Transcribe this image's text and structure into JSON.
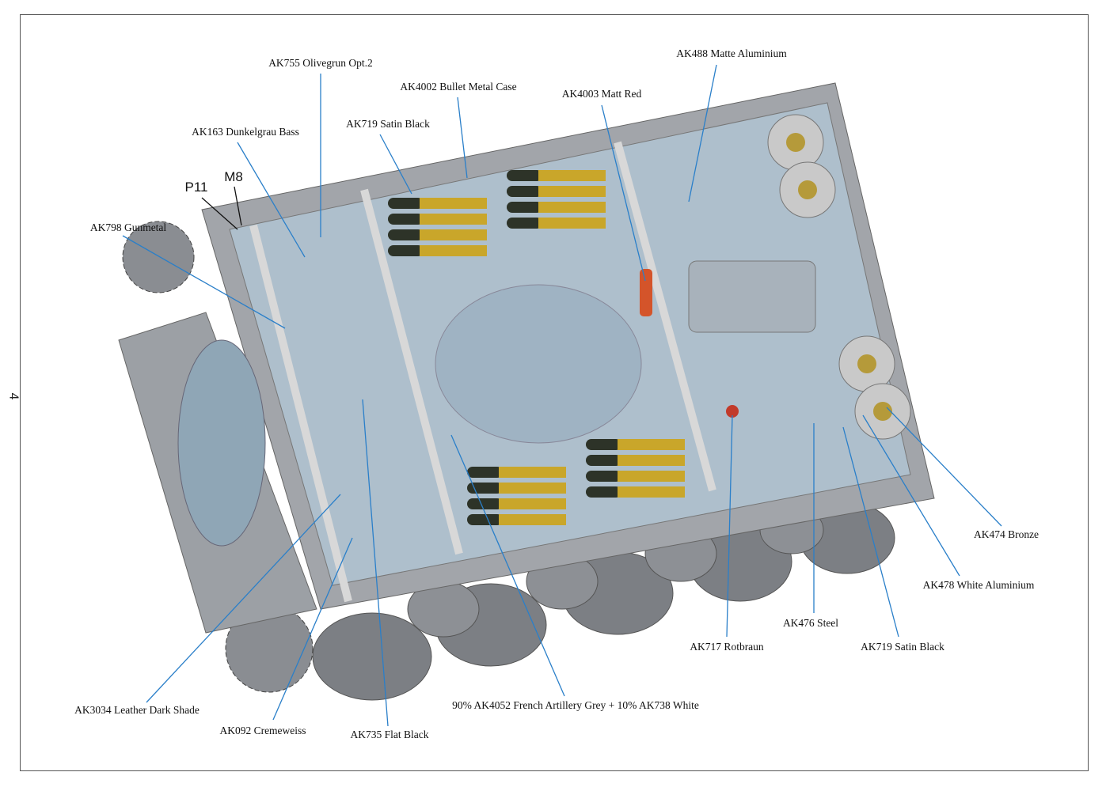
{
  "page_number": "4",
  "callouts": [
    {
      "id": "ak755",
      "text": "AK755 Olivegrun Opt.2"
    },
    {
      "id": "ak4002",
      "text": "AK4002 Bullet Metal Case"
    },
    {
      "id": "ak719-top",
      "text": "AK719 Satin Black"
    },
    {
      "id": "ak163",
      "text": "AK163 Dunkelgrau Bass"
    },
    {
      "id": "p11",
      "text": "P11"
    },
    {
      "id": "m8",
      "text": "M8"
    },
    {
      "id": "ak798",
      "text": "AK798 Gunmetal"
    },
    {
      "id": "ak488",
      "text": "AK488 Matte Aluminium"
    },
    {
      "id": "ak4003",
      "text": "AK4003 Matt Red"
    },
    {
      "id": "ak474",
      "text": "AK474 Bronze"
    },
    {
      "id": "ak478",
      "text": "AK478 White Aluminium"
    },
    {
      "id": "ak476",
      "text": "AK476 Steel"
    },
    {
      "id": "ak719-bottom",
      "text": "AK719 Satin Black"
    },
    {
      "id": "ak717",
      "text": "AK717 Rotbraun"
    },
    {
      "id": "ak4052-mix",
      "text": "90% AK4052 French Artillery Grey + 10% AK738 White"
    },
    {
      "id": "ak735",
      "text": "AK735 Flat Black"
    },
    {
      "id": "ak092",
      "text": "AK092 Cremeweiss"
    },
    {
      "id": "ak3034",
      "text": "AK3034 Leather Dark Shade"
    }
  ],
  "colors": {
    "leader": "#2a7fc9",
    "hull": "#9a9da2",
    "interior": "#a9bccb",
    "shell_case": "#c9a62a",
    "shell_tip": "#2d3328"
  }
}
